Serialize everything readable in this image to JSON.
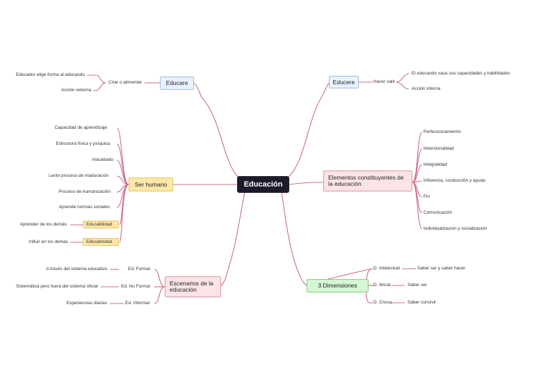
{
  "central": "Educación",
  "educare": {
    "title": "Educare",
    "sub": "Criar o alimentar",
    "leaves": [
      "Educador elige forma al educando",
      "Acción externa"
    ]
  },
  "educere": {
    "title": "Educere",
    "sub": "Hacer salir",
    "leaves": [
      "El educando saca sus capacidades y habilidades",
      "Acción interna"
    ]
  },
  "ser_humano": {
    "title": "Ser humano",
    "leaves": [
      "Capacidad de aprendizaje",
      "Estructura física y psíquica",
      "Inacabado",
      "Lento proceso de maduración",
      "Proceso de humanización",
      "Aprende normas sociales",
      "Aprender de los demás",
      "Influir en los demás"
    ],
    "tags": [
      "Educabilidad",
      "Educatividad"
    ]
  },
  "elementos": {
    "title": "Elementos constituyentes de la educación",
    "leaves": [
      "Perfeccionamiento",
      "Intencionalidad",
      "Integralidad",
      "Influencia, conducción y ayuda",
      "Fin",
      "Comunicación",
      "Individualización y socialización"
    ]
  },
  "escenarios": {
    "title": "Escenarios de la educación",
    "subs": [
      "Ed. Formal",
      "Ed. No Formal",
      "Ed. Informal"
    ],
    "leaves": [
      "A través del sistema educativo",
      "Sistemática pero fuera del sistema oficial",
      "Experiencias diarias"
    ]
  },
  "dimensiones": {
    "title": "3 Dimensiones",
    "subs": [
      "D. Intelectual",
      "D. Moral",
      "D. Cívica"
    ],
    "leaves": [
      "Saber ser y saber hacer",
      "Saber ser",
      "Saber convivir"
    ]
  },
  "colors": {
    "branch_line": "#c96b8f",
    "central_bg": "#1d1a2b",
    "blue_node": "#e8f1fd",
    "yellow_node": "#fde8a8",
    "pink_node": "#fbe3e6",
    "green_node": "#d3f6d3"
  }
}
